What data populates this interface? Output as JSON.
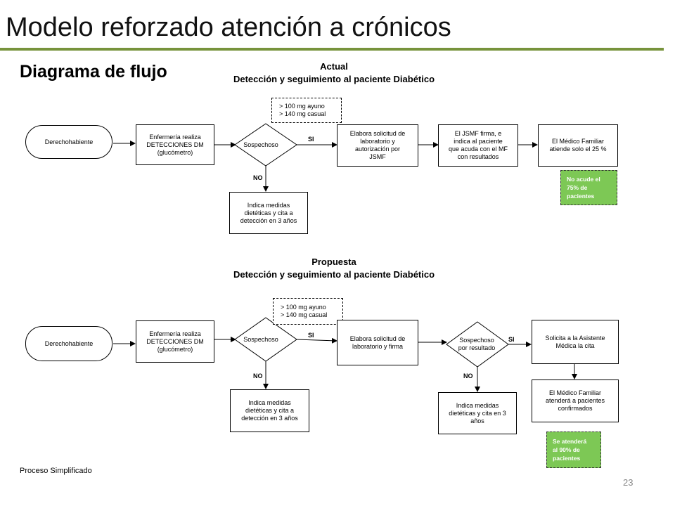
{
  "slide": {
    "title": "Modelo reforzado atención a crónicos",
    "subtitle": "Diagrama de flujo",
    "footer": "Proceso Simplificado",
    "page_number": "23",
    "accent_color": "#77933c",
    "highlight_color": "#7dc855"
  },
  "actual": {
    "heading": "Actual",
    "heading2": "Detección y seguimiento al paciente Diabético",
    "derechohabiente": "Derechohabiente",
    "enfermeria": "Enfermería realiza\nDETECCIONES DM\n(glucómetro)",
    "sospechoso": "Sospechoso",
    "criteria": "> 100 mg ayuno\n> 140 mg casual",
    "si": "SI",
    "no": "NO",
    "solicitud": "Elabora solicitud de\nlaboratorio  y\nautorización por\nJSMF",
    "jsmf": "El JSMF firma, e\nindica al paciente\nque acuda con el MF\ncon resultados",
    "medico": "El Médico Familiar\natiende solo el 25 %",
    "no_acude": "No acude el\n75% de\npacientes",
    "medidas": "Indica medidas\ndietéticas y cita a\ndetección en 3 años"
  },
  "propuesta": {
    "heading": "Propuesta",
    "heading2": "Detección y seguimiento al paciente Diabético",
    "derechohabiente": "Derechohabiente",
    "enfermeria": "Enfermería realiza\nDETECCIONES DM\n(glucómetro)",
    "sospechoso": "Sospechoso",
    "criteria": "> 100 mg ayuno\n> 140 mg casual",
    "si": "SI",
    "no": "NO",
    "solicitud": "Elabora solicitud de\nlaboratorio  y firma",
    "sospechoso_resultado": "Sospechoso\npor resultado",
    "si2": "SI",
    "no2": "NO",
    "asistente": "Solicita a la Asistente\nMédica la cita",
    "medidas": "Indica medidas\ndietéticas y cita a\ndetección  en 3 años",
    "medidas2": "Indica medidas\ndietéticas y cita en 3\naños",
    "medico": "El Médico Familiar\natenderá a pacientes\nconfirmados",
    "atendera": "Se atenderá\nal 90% de\npacientes"
  }
}
